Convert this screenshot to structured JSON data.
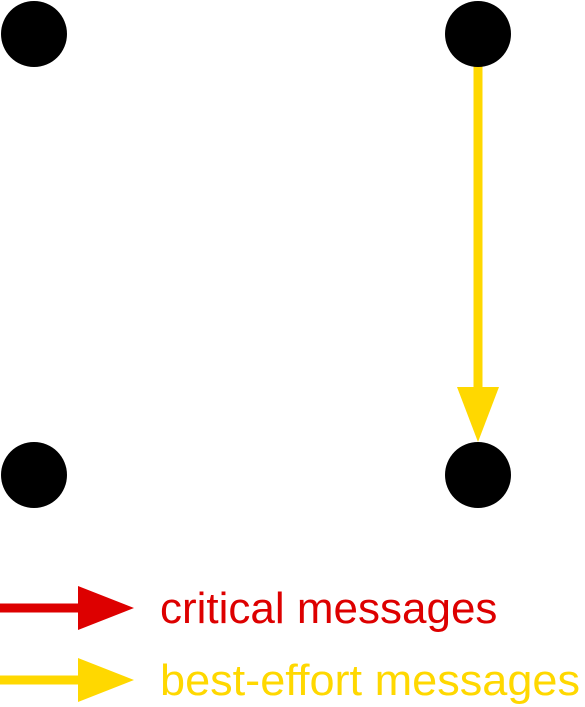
{
  "nodes": [
    {
      "id": "top-left"
    },
    {
      "id": "top-right"
    },
    {
      "id": "bottom-left"
    },
    {
      "id": "bottom-right"
    }
  ],
  "edges": [
    {
      "from": "top-right",
      "to": "bottom-right",
      "kind": "best-effort"
    }
  ],
  "legend": {
    "critical_label": "critical messages",
    "best_effort_label": "best-effort messages"
  },
  "colors": {
    "node": "#000000",
    "critical": "#dd0000",
    "best_effort": "#ffd800",
    "background": "#ffffff"
  }
}
